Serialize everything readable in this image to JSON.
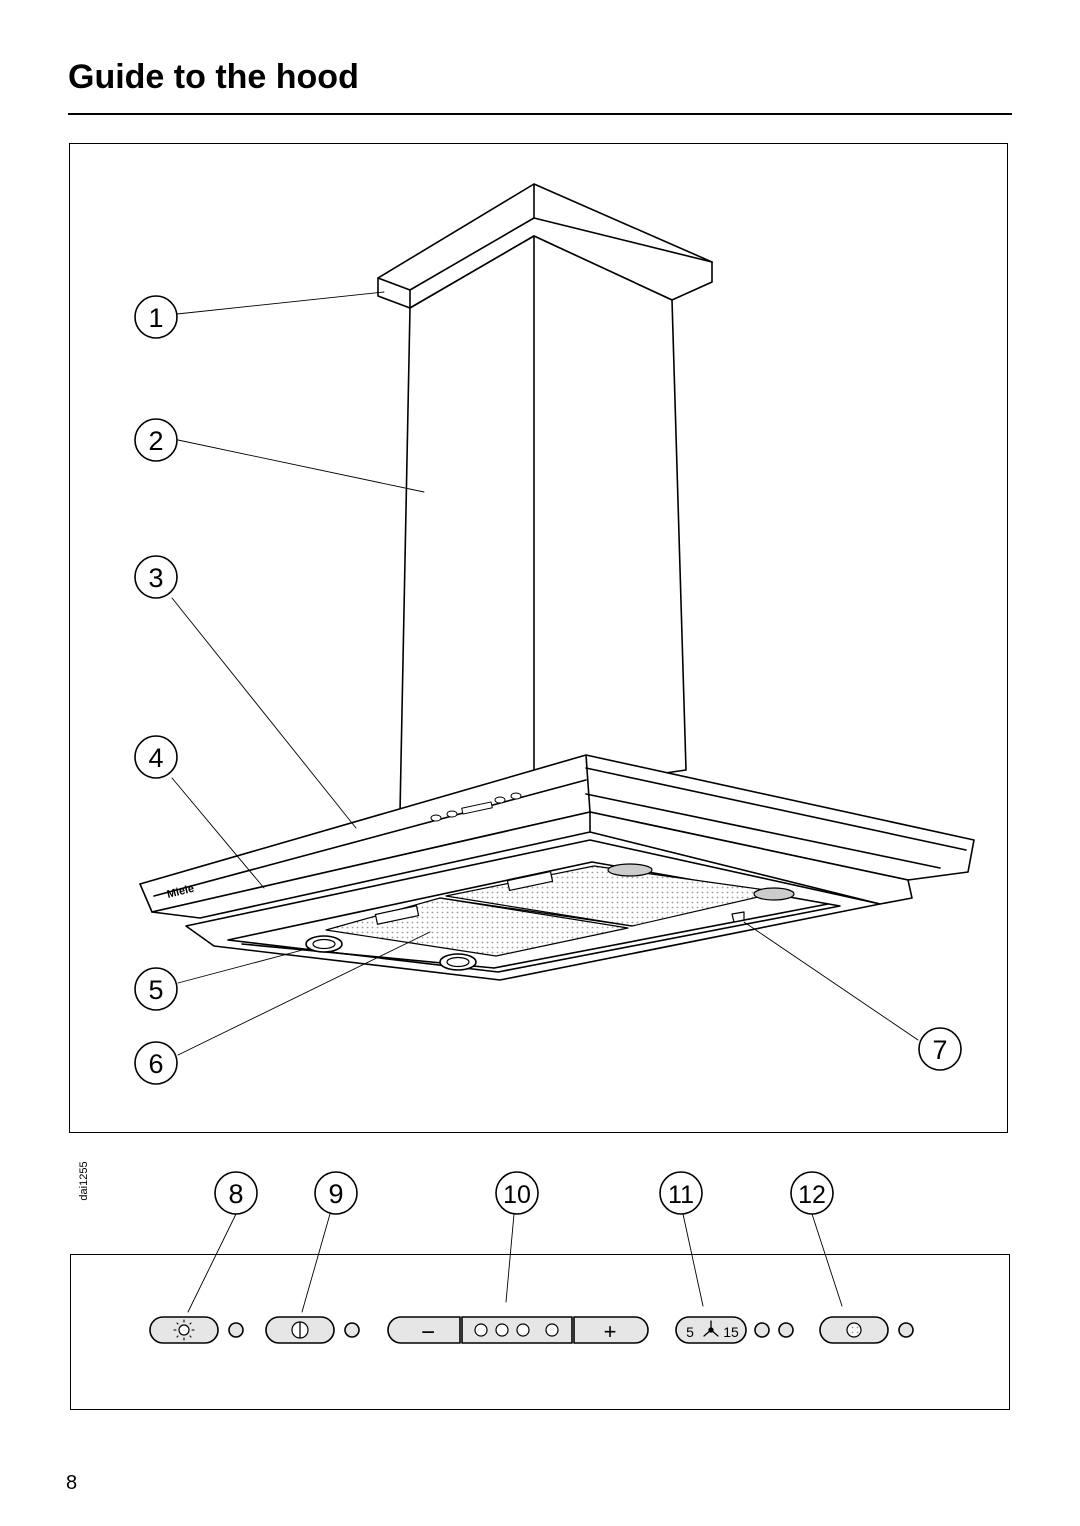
{
  "page": {
    "title": "Guide to the hood",
    "page_number": "8",
    "figure_ref": "dai1255"
  },
  "figure": {
    "brand_label": "Miele",
    "callouts": [
      "1",
      "2",
      "3",
      "4",
      "5",
      "6",
      "7"
    ]
  },
  "control_panel": {
    "callouts": [
      "8",
      "9",
      "10",
      "11",
      "12"
    ],
    "minus_symbol": "−",
    "plus_symbol": "+",
    "timer_left": "5",
    "timer_right": "15"
  }
}
